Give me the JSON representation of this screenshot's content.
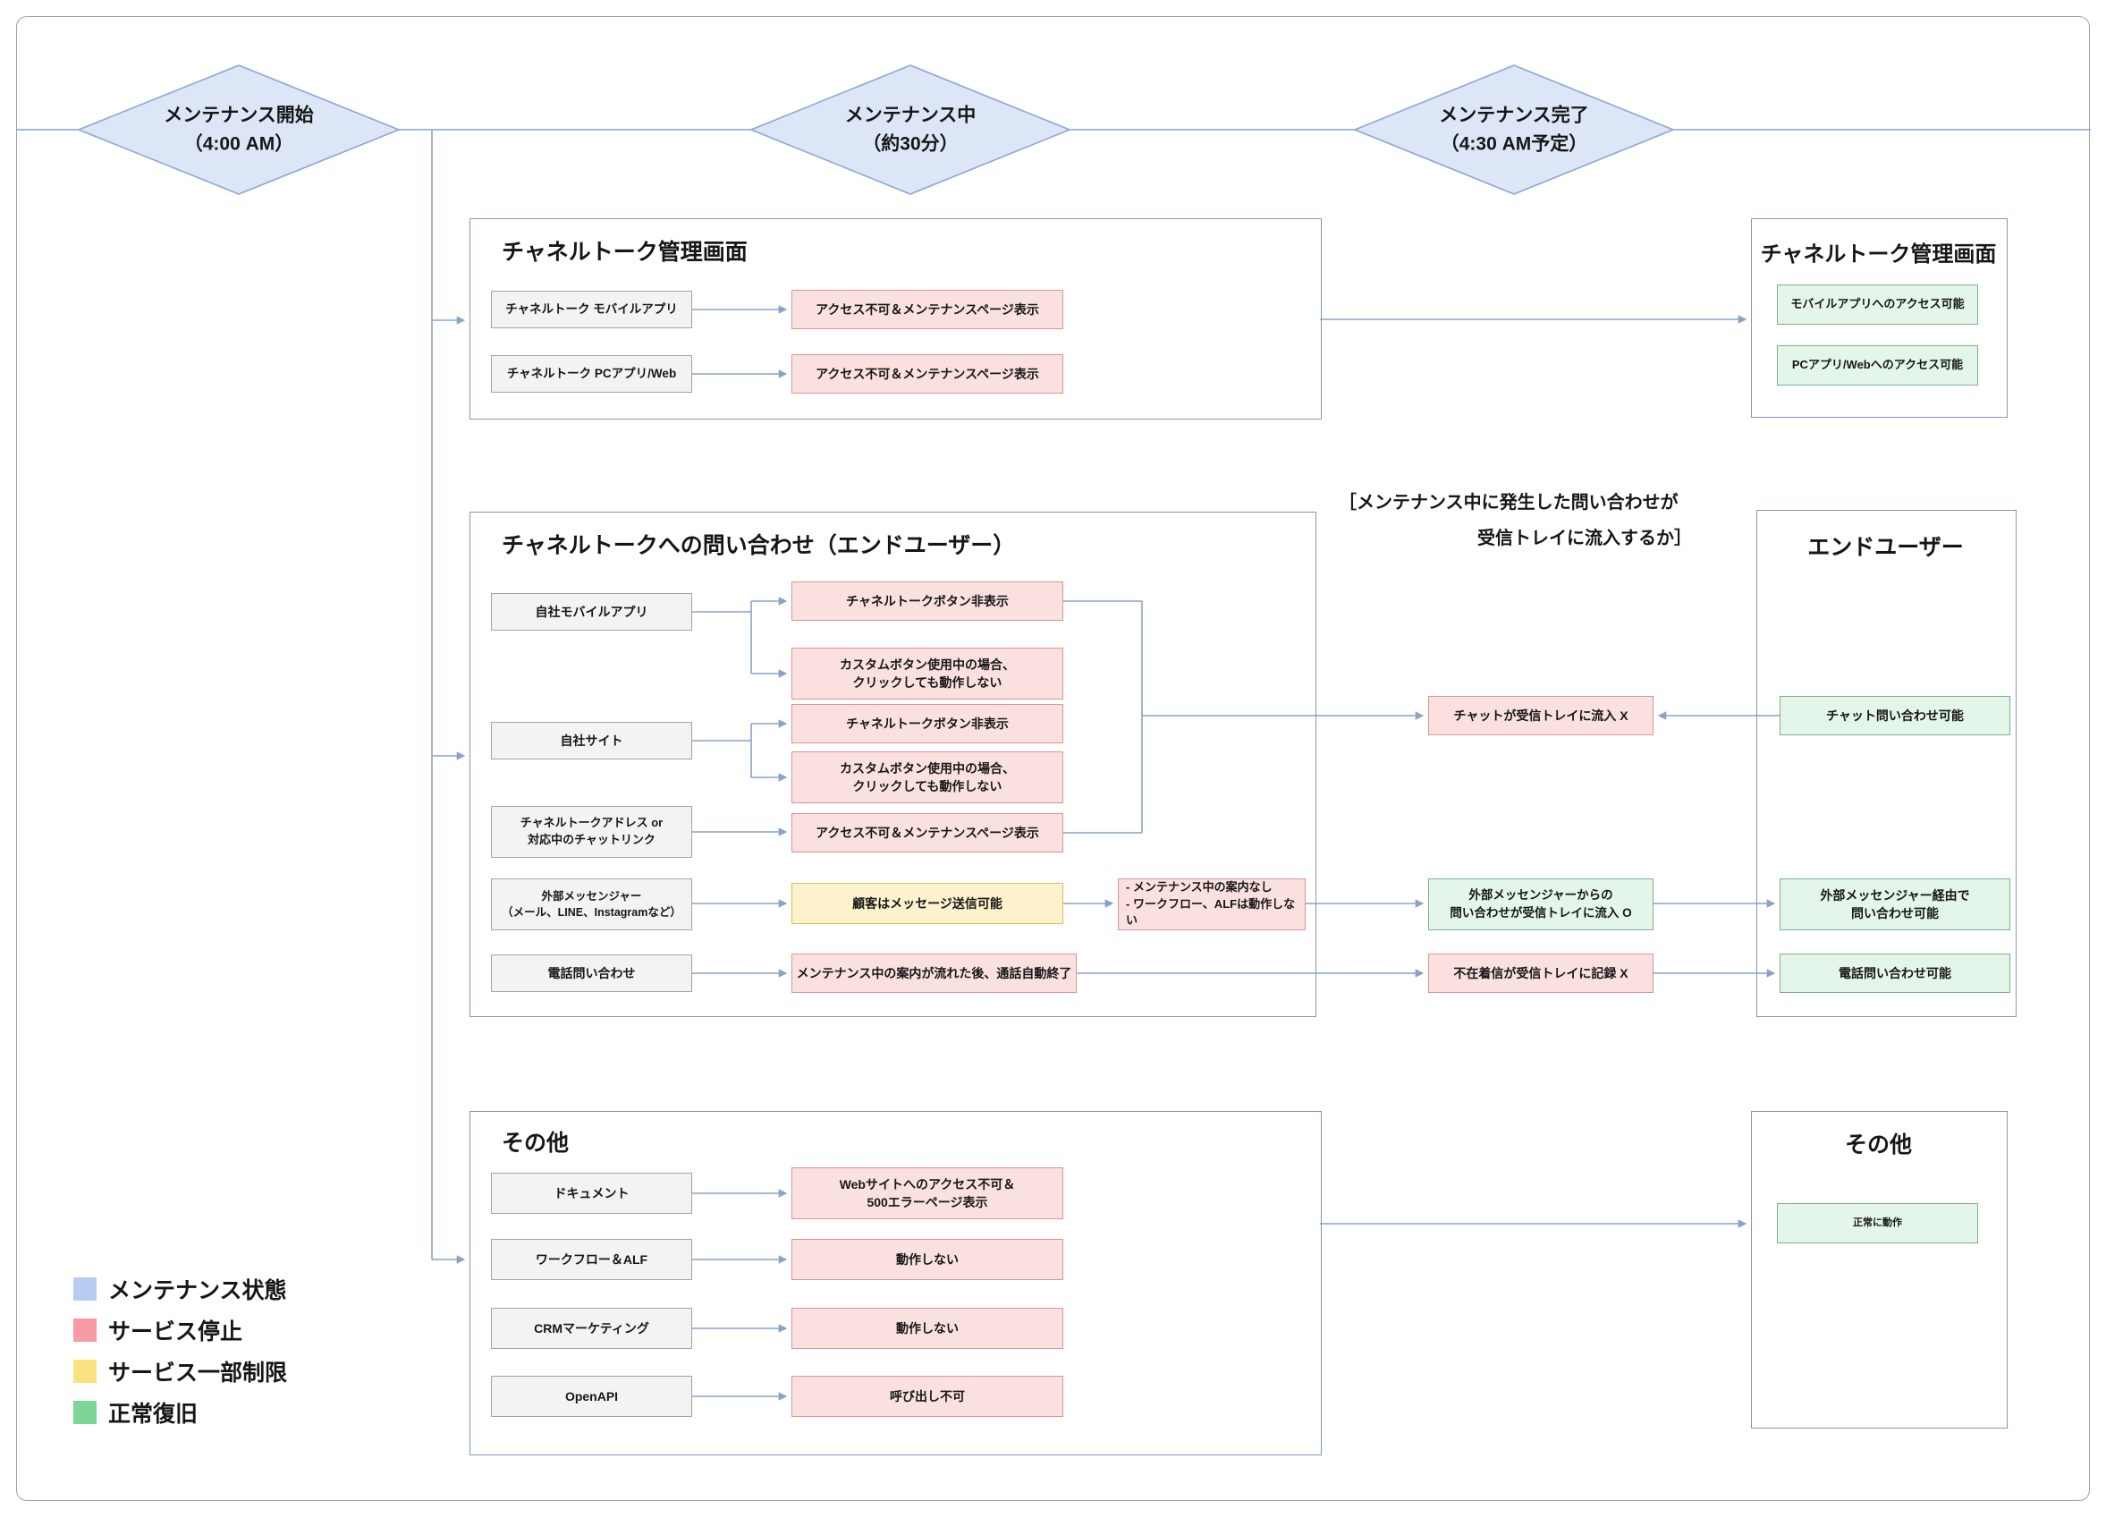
{
  "timeline": {
    "stages": [
      {
        "title": "メンテナンス開始",
        "subtitle": "（4:00 AM）"
      },
      {
        "title": "メンテナンス中",
        "subtitle": "（約30分）"
      },
      {
        "title": "メンテナンス完了",
        "subtitle": "（4:30 AM予定）"
      }
    ]
  },
  "admin_maintenance": {
    "title": "チャネルトーク管理画面",
    "rows": [
      {
        "source": "チャネルトーク モバイルアプリ",
        "result": "アクセス不可＆メンテナンスページ表示"
      },
      {
        "source": "チャネルトーク PCアプリ/Web",
        "result": "アクセス不可＆メンテナンスページ表示"
      }
    ]
  },
  "admin_after": {
    "title": "チャネルトーク管理画面",
    "items": [
      "モバイルアプリへのアクセス可能",
      "PCアプリ/Webへのアクセス可能"
    ]
  },
  "inquiry": {
    "title": "チャネルトークへの問い合わせ（エンドユーザー）",
    "source_mobile": "自社モバイルアプリ",
    "source_site": "自社サイト",
    "source_address_1": "チャネルトークアドレス or",
    "source_address_2": "対応中のチャットリンク",
    "source_external_1": "外部メッセンジャー",
    "source_external_2": "（メール、LINE、Instagramなど）",
    "source_phone": "電話問い合わせ",
    "result_button_hidden_a": "チャネルトークボタン非表示",
    "result_custom_a1": "カスタムボタン使用中の場合、",
    "result_custom_a2": "クリックしても動作しない",
    "result_button_hidden_b": "チャネルトークボタン非表示",
    "result_custom_b1": "カスタムボタン使用中の場合、",
    "result_custom_b2": "クリックしても動作しない",
    "result_access": "アクセス不可＆メンテナンスページ表示",
    "result_messenger": "顧客はメッセージ送信可能",
    "result_phone": "メンテナンス中の案内が流れた後、通話自動終了",
    "note_line1": "- メンテナンス中の案内なし",
    "note_line2": "- ワークフロー、ALFは動作しない"
  },
  "inbox_question": {
    "line1": "［メンテナンス中に発生した問い合わせが",
    "line2": "受信トレイに流入するか］"
  },
  "inbox_status": {
    "chat": "チャットが受信トレイに流入 X",
    "external_1": "外部メッセンジャーからの",
    "external_2": "問い合わせが受信トレイに流入 O",
    "phone": "不在着信が受信トレイに記録 X"
  },
  "end_user": {
    "title": "エンドユーザー",
    "chat": "チャット問い合わせ可能",
    "external_1": "外部メッセンジャー経由で",
    "external_2": "問い合わせ可能",
    "phone": "電話問い合わせ可能"
  },
  "others_maintenance": {
    "title": "その他",
    "sources": [
      "ドキュメント",
      "ワークフロー＆ALF",
      "CRMマーケティング",
      "OpenAPI"
    ],
    "result_doc_1": "Webサイトへのアクセス不可＆",
    "result_doc_2": "500エラーページ表示",
    "result_workflow": "動作しない",
    "result_crm": "動作しない",
    "result_openapi": "呼び出し不可"
  },
  "others_after": {
    "title": "その他",
    "item": "正常に動作"
  },
  "legend": {
    "items": [
      {
        "label": "メンテナンス状態",
        "color": "#b6cdf1"
      },
      {
        "label": "サービス停止",
        "color": "#f89ba4"
      },
      {
        "label": "サービス一部制限",
        "color": "#fae37e"
      },
      {
        "label": "正常復旧",
        "color": "#7cd497"
      }
    ]
  },
  "colors": {
    "maintenance_state_fill": "#dce6f7",
    "service_stopped_fill": "#fbe0e0",
    "service_limited_fill": "#fdf2cb",
    "restored_fill": "#e4f5e9",
    "neutral_fill": "#f3f3f3",
    "connector": "#8aa2c8",
    "container_border": "#8096bd"
  }
}
